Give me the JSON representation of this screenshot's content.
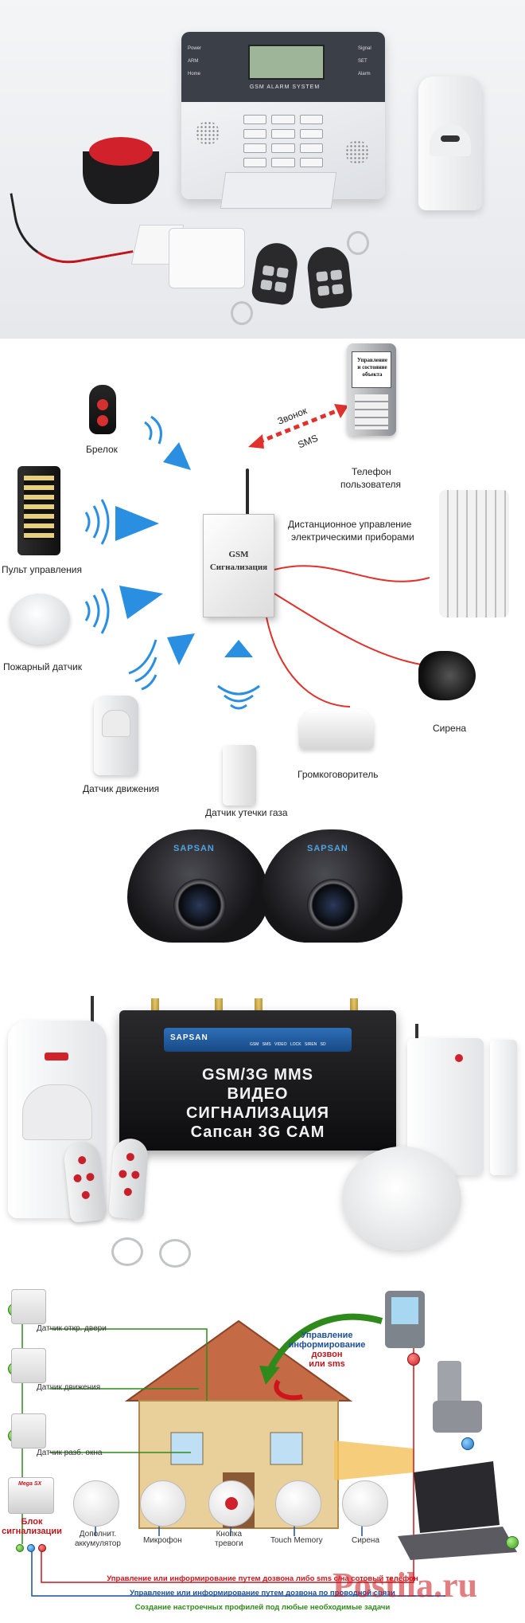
{
  "panel1": {
    "alarm_unit": {
      "screen_caption": "GSM ALARM SYSTEM",
      "left_labels": [
        "Power",
        "ARM",
        "Home"
      ],
      "right_labels": [
        "Signal",
        "SET",
        "Alarm"
      ]
    }
  },
  "panel2": {
    "hub_text_line1": "GSM",
    "hub_text_line2": "Сигнализация",
    "devices": {
      "keyfob": "Брелок",
      "control_panel": "Пульт управления",
      "fire_sensor": "Пожарный датчик",
      "motion_sensor": "Датчик движения",
      "gas_sensor": "Датчик утечки газа",
      "speaker": "Громкоговоритель",
      "siren": "Сирена",
      "phone_line1": "Телефон",
      "phone_line2": "пользователя",
      "remote_line1": "Дистанционное управление",
      "remote_line2": "электрическими приборами"
    },
    "call_label": "Звонок",
    "sms_label": "SMS",
    "phone_screen": [
      "Управление",
      "и состояние",
      "объекта"
    ]
  },
  "panel3": {
    "camera_logo": "SAPSAN",
    "box_logo": "SAPSAN",
    "box_indicators": [
      "GSM",
      "SMS",
      "VIDEO",
      "LOCK",
      "SIREN",
      "SD"
    ],
    "box_title_line1": "GSM/3G MMS",
    "box_title_line2": "ВИДЕО",
    "box_title_line3": "СИГНАЛИЗАЦИЯ",
    "box_title_line4": "Сапсан 3G CAM"
  },
  "panel4": {
    "sensors": {
      "door": "Датчик откр. двери",
      "motion": "Датчик движения",
      "window": "Датчик разб. окна"
    },
    "control_info_line1": "Управление",
    "control_info_line2": "информирование",
    "control_info_line3": "дозвон",
    "control_info_line4": "или sms",
    "block_line1": "Блок",
    "block_line2": "сигнализации",
    "block_badge": "Mega SX",
    "devices": {
      "battery_line1": "Дополнит.",
      "battery_line2": "аккумулятор",
      "microphone": "Микрофон",
      "panic_line1": "Кнопка",
      "panic_line2": "тревоги",
      "touch_memory": "Touch Memory",
      "siren": "Сирена"
    },
    "bottom_lines": [
      "Управление или информирование путем дозвона либо sms с/на сотовый телефон",
      "Управление или информирование путем дозвона по проводной связи",
      "Создание настроечных профилей под любые необходимые задачи"
    ],
    "bottom_colors": [
      "#d0141c",
      "#1c4f9a",
      "#2f8a1c"
    ],
    "watermark": "Postila.ru"
  }
}
